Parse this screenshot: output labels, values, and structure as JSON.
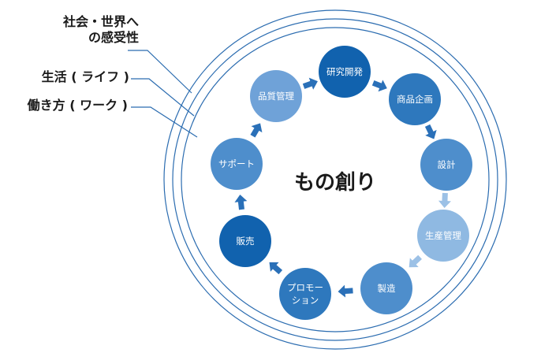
{
  "side_labels": [
    {
      "lines": [
        "社会・世界へ",
        "の感受性"
      ]
    },
    {
      "lines": [
        "生活 ( ライフ )"
      ]
    },
    {
      "lines": [
        "働き方 ( ワーク )"
      ]
    }
  ],
  "center_label": "もの創り",
  "steps": [
    {
      "lines": [
        "研究開発"
      ],
      "color": "#1162ae"
    },
    {
      "lines": [
        "商品企画"
      ],
      "color": "#2e78bd"
    },
    {
      "lines": [
        "設計"
      ],
      "color": "#4e8ecc"
    },
    {
      "lines": [
        "生産管理"
      ],
      "color": "#8fb9e2"
    },
    {
      "lines": [
        "製造"
      ],
      "color": "#4e8ecc"
    },
    {
      "lines": [
        "プロモー",
        "ション"
      ],
      "color": "#2e78bd"
    },
    {
      "lines": [
        "販売"
      ],
      "color": "#1162ae"
    },
    {
      "lines": [
        "サポート"
      ],
      "color": "#4e8ecc"
    },
    {
      "lines": [
        "品質管理"
      ],
      "color": "#6fa2d8"
    }
  ],
  "colors": {
    "ring": "#2b6cb0",
    "leader": "#2b6cb0",
    "arrow_dark": "#2a70b8",
    "arrow_light": "#9cc1e6",
    "text": "#1a1a1a"
  }
}
